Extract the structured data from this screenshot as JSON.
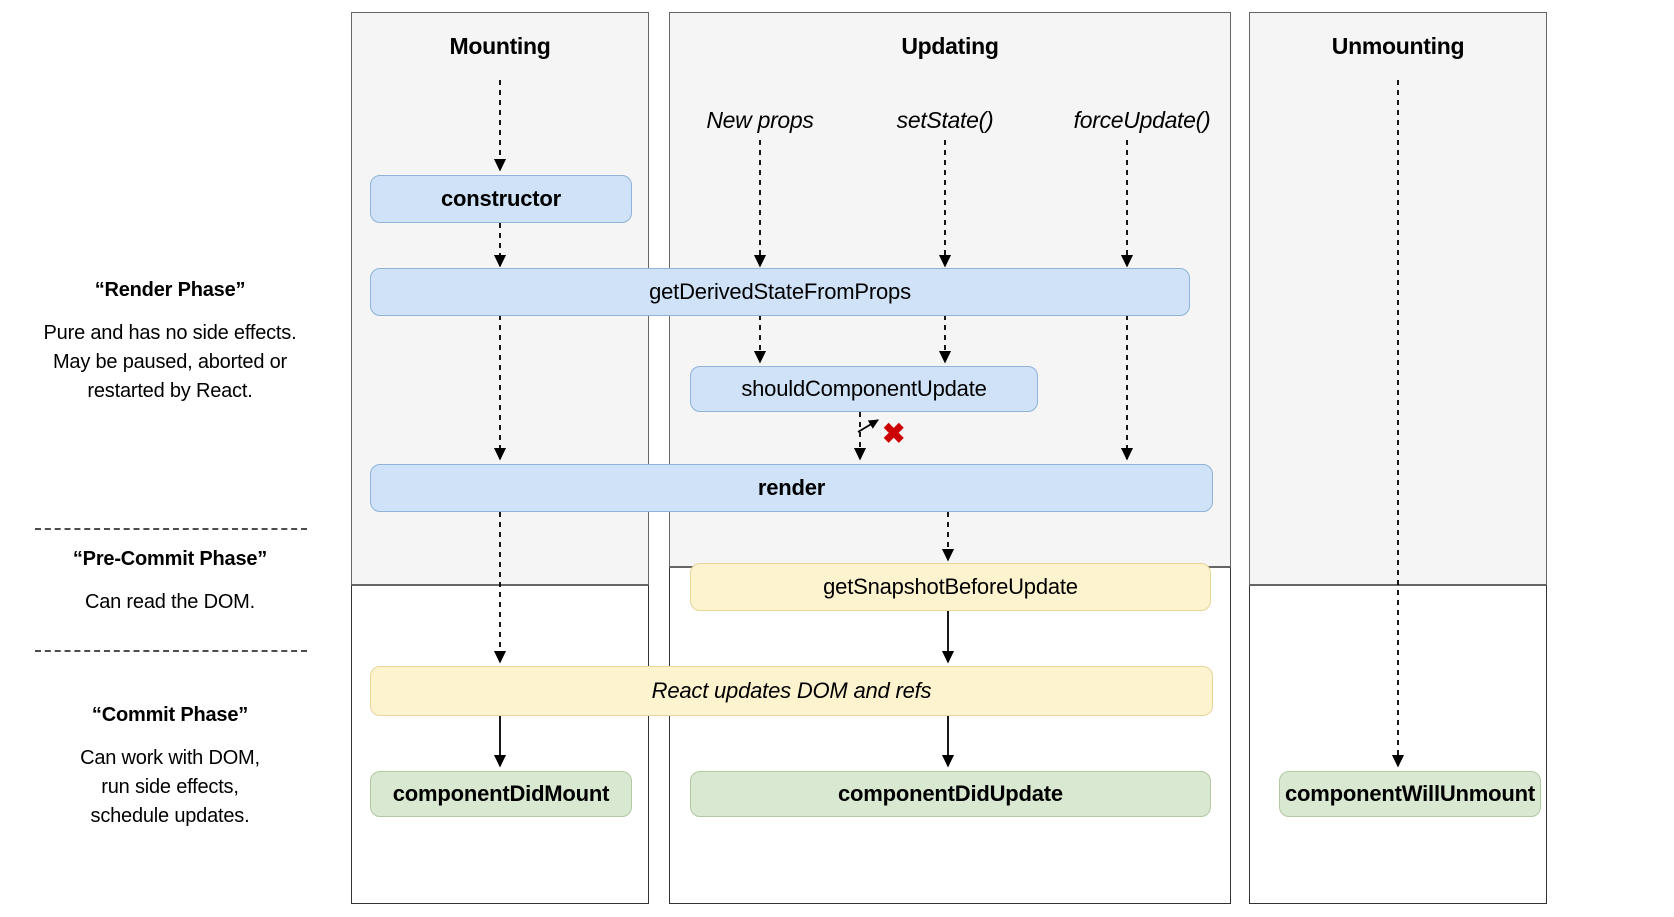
{
  "diagram": {
    "title": "React component lifecycle diagram",
    "colors": {
      "blue_fill": "#cfe2f7",
      "blue_stroke": "#8fb3d9",
      "yellow_fill": "#fdf3ce",
      "yellow_stroke": "#e8d59a",
      "green_fill": "#d9e8d1",
      "green_stroke": "#b0c9a2",
      "panel_gray": "#f5f5f5",
      "panel_white": "#ffffff",
      "red_x": "#cc0000",
      "line": "#000000"
    }
  },
  "legend": {
    "phases": [
      {
        "title": "“Render Phase”",
        "lines": [
          "Pure and has no side effects.",
          "May be paused, aborted or",
          "restarted by React."
        ]
      },
      {
        "title": "“Pre-Commit Phase”",
        "lines": [
          "Can read the DOM."
        ]
      },
      {
        "title": "“Commit Phase”",
        "lines": [
          "Can work with DOM,",
          "run side effects,",
          "schedule updates."
        ]
      }
    ]
  },
  "columns": [
    {
      "key": "mounting",
      "header": "Mounting"
    },
    {
      "key": "updating",
      "header": "Updating"
    },
    {
      "key": "unmounting",
      "header": "Unmounting"
    }
  ],
  "triggers": [
    {
      "label": "New props"
    },
    {
      "label": "setState()"
    },
    {
      "label": "forceUpdate()"
    }
  ],
  "nodes": [
    {
      "key": "constructor",
      "label": "constructor",
      "color": "blue",
      "style": "bold",
      "column": "mounting"
    },
    {
      "key": "getDerivedStateFromProps",
      "label": "getDerivedStateFromProps",
      "color": "blue",
      "style": "normal",
      "column": "mounting+updating"
    },
    {
      "key": "shouldComponentUpdate",
      "label": "shouldComponentUpdate",
      "color": "blue",
      "style": "normal",
      "column": "updating"
    },
    {
      "key": "render",
      "label": "render",
      "color": "blue",
      "style": "bold",
      "column": "mounting+updating"
    },
    {
      "key": "getSnapshotBeforeUpdate",
      "label": "getSnapshotBeforeUpdate",
      "color": "yellow",
      "style": "normal",
      "column": "updating"
    },
    {
      "key": "reactUpdatesDom",
      "label": "React updates DOM and refs",
      "color": "yellow",
      "style": "italic",
      "column": "mounting+updating"
    },
    {
      "key": "componentDidMount",
      "label": "componentDidMount",
      "color": "green",
      "style": "bold",
      "column": "mounting"
    },
    {
      "key": "componentDidUpdate",
      "label": "componentDidUpdate",
      "color": "green",
      "style": "bold",
      "column": "updating"
    },
    {
      "key": "componentWillUnmount",
      "label": "componentWillUnmount",
      "color": "green",
      "style": "bold",
      "column": "unmounting"
    }
  ],
  "annotations": {
    "skip_render_marker": "✖"
  }
}
